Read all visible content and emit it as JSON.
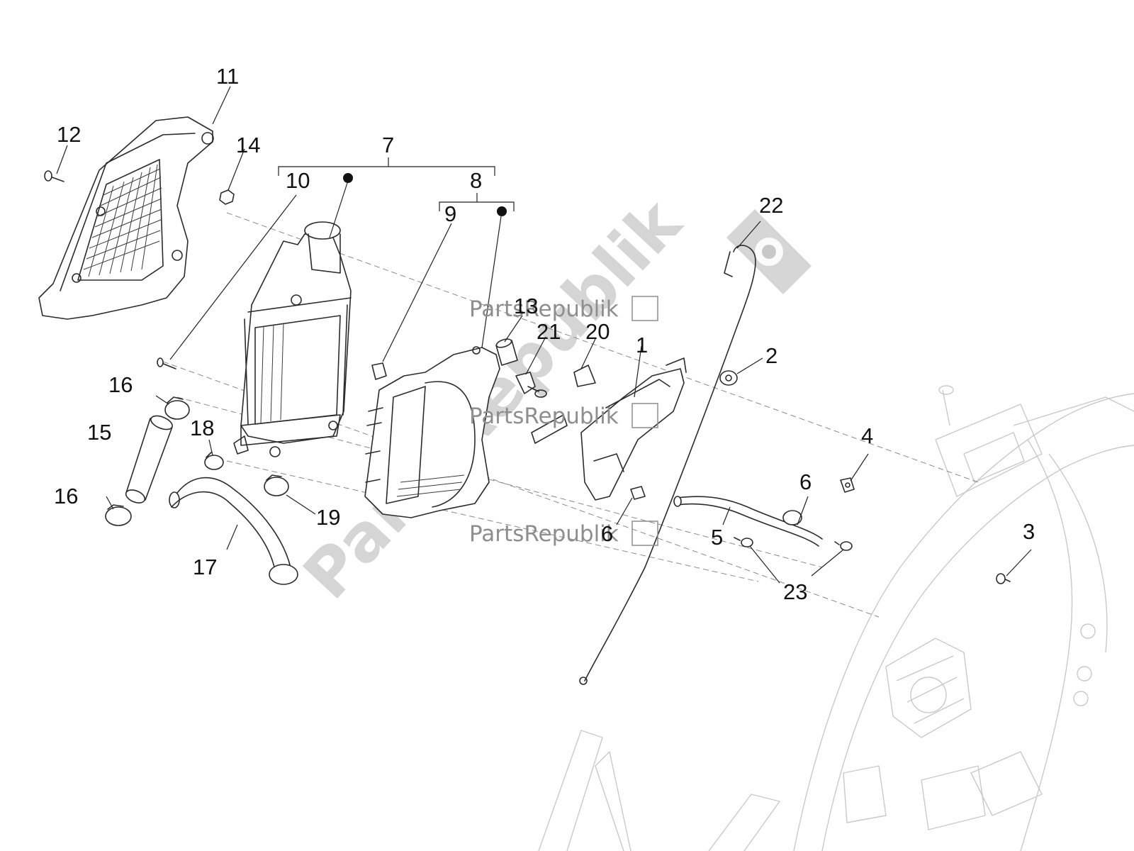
{
  "watermark": {
    "big_text": "PartsRepublik",
    "small_text": "PartsRepublik",
    "color": "#8e8e8e"
  },
  "callouts": {
    "c1": "1",
    "c2": "2",
    "c3": "3",
    "c4": "4",
    "c5": "5",
    "c6a": "6",
    "c6b": "6",
    "c7": "7",
    "c8": "8",
    "c9": "9",
    "c10": "10",
    "c11": "11",
    "c12": "12",
    "c13": "13",
    "c14": "14",
    "c15": "15",
    "c16a": "16",
    "c16b": "16",
    "c17": "17",
    "c18": "18",
    "c19": "19",
    "c20": "20",
    "c21": "21",
    "c22": "22",
    "c23": "23"
  }
}
